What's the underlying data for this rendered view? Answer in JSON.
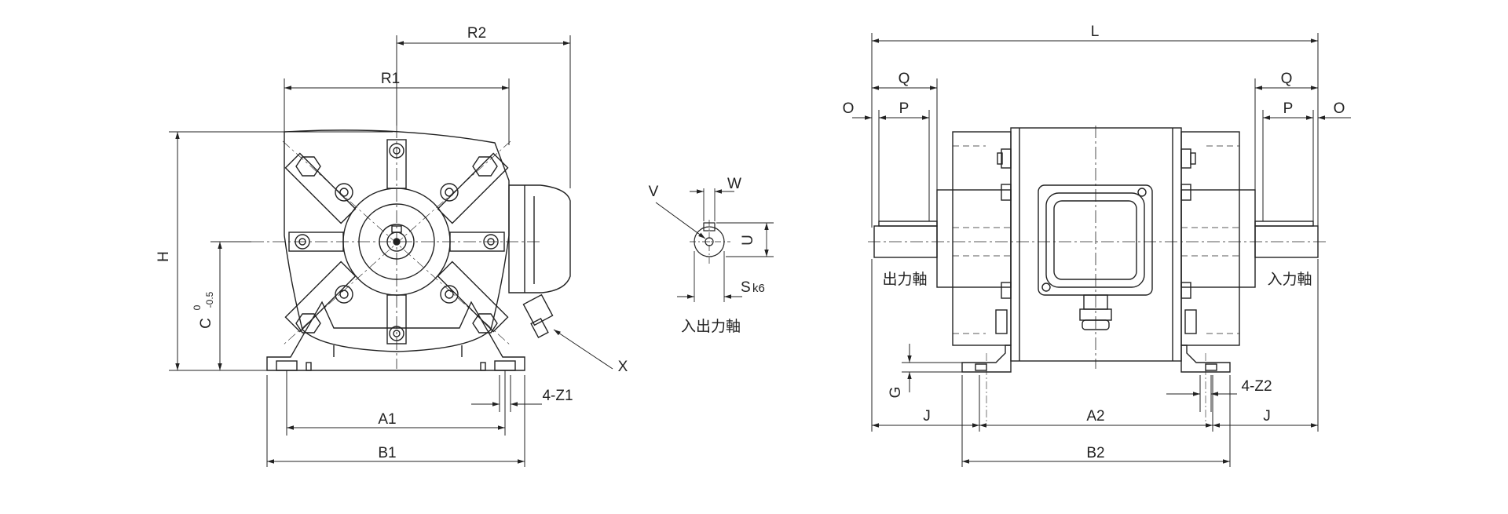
{
  "labels": {
    "R1": "R1",
    "R2": "R2",
    "H": "H",
    "C": "C",
    "C_upper": "0",
    "C_lower": "-0.5",
    "A1": "A1",
    "B1": "B1",
    "Z1": "4-Z1",
    "X": "X",
    "V": "V",
    "W": "W",
    "U": "U",
    "S": "S",
    "S_tol": "k6",
    "io_shaft": "入出力軸",
    "L": "L",
    "Q_left": "Q",
    "Q_right": "Q",
    "P_left": "P",
    "P_right": "P",
    "O_left": "O",
    "O_right": "O",
    "output_shaft": "出力軸",
    "input_shaft": "入力軸",
    "G": "G",
    "J_left": "J",
    "J_right": "J",
    "A2": "A2",
    "B2": "B2",
    "Z2": "4-Z2"
  }
}
